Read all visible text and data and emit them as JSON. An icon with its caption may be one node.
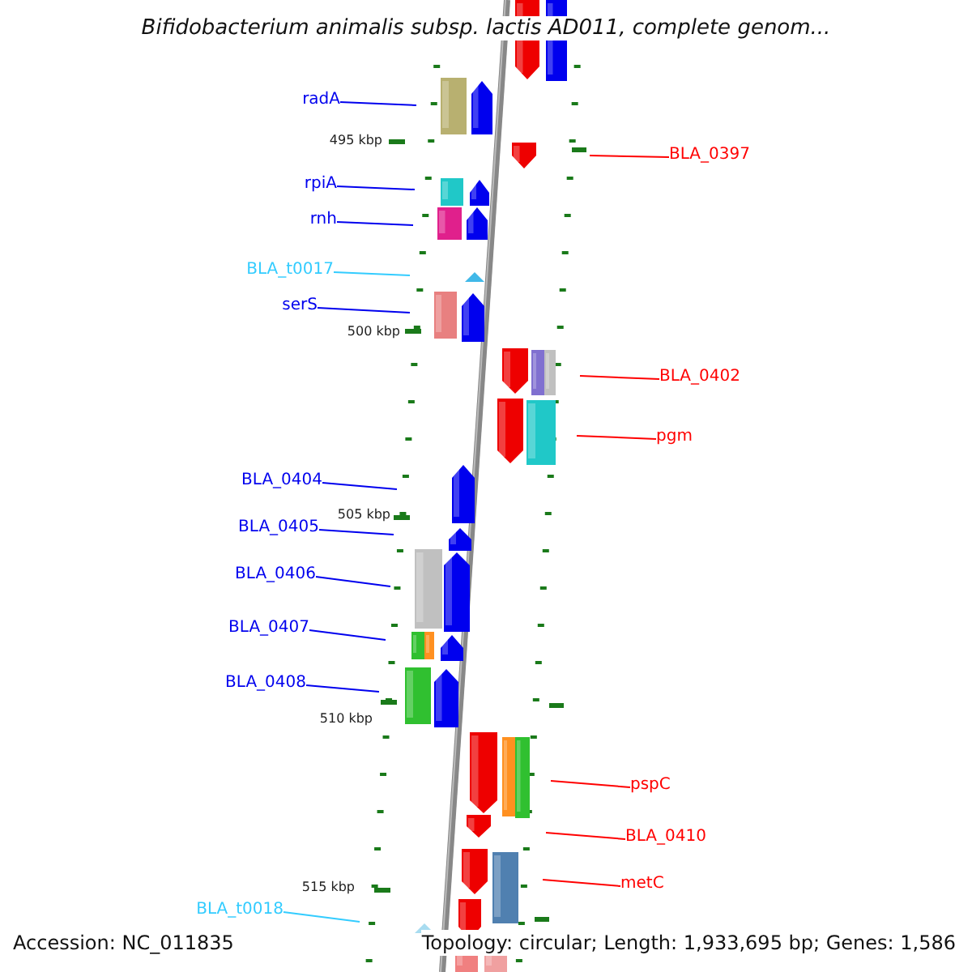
{
  "diagram": {
    "title": "Bifidobacterium animalis subsp. lactis AD011, complete genom...",
    "nodes": [
      {
        "text": [
          "radA"
        ]
      },
      {
        "text": [
          "BLA_0397"
        ]
      },
      {
        "text": [
          "rpiA"
        ]
      },
      {
        "text": [
          "rnh"
        ]
      },
      {
        "text": [
          "BLA_t0017"
        ]
      },
      {
        "text": [
          "serS"
        ]
      },
      {
        "text": [
          "BLA_0402"
        ]
      },
      {
        "text": [
          "pgm"
        ]
      },
      {
        "text": [
          "BLA_0404"
        ]
      },
      {
        "text": [
          "BLA_0405"
        ]
      },
      {
        "text": [
          "BLA_0406"
        ]
      },
      {
        "text": [
          "BLA_0407"
        ]
      },
      {
        "text": [
          "BLA_0408"
        ]
      },
      {
        "text": [
          "pspC"
        ]
      },
      {
        "text": [
          "BLA_0410"
        ]
      },
      {
        "text": [
          "metC"
        ]
      },
      {
        "text": [
          "BLA_t0018"
        ]
      }
    ],
    "edges": [
      {
        "from": 0,
        "to": null,
        "arrow": "none"
      },
      {
        "from": 1,
        "to": null,
        "arrow": "none",
        "color": "#ff0000"
      },
      {
        "from": 2,
        "to": null,
        "arrow": "none"
      },
      {
        "from": 3,
        "to": null,
        "arrow": "none"
      },
      {
        "from": 4,
        "to": null,
        "arrow": "none",
        "color": "#33ccff"
      },
      {
        "from": 5,
        "to": null,
        "arrow": "none"
      },
      {
        "from": 6,
        "to": null,
        "arrow": "none",
        "color": "#ff0000"
      },
      {
        "from": 7,
        "to": null,
        "arrow": "none",
        "color": "#ff0000"
      },
      {
        "from": 8,
        "to": null,
        "arrow": "none"
      },
      {
        "from": 9,
        "to": null,
        "arrow": "none"
      },
      {
        "from": 10,
        "to": null,
        "arrow": "none"
      },
      {
        "from": 11,
        "to": null,
        "arrow": "none"
      },
      {
        "from": 12,
        "to": null,
        "arrow": "none"
      },
      {
        "from": 13,
        "to": null,
        "arrow": "none",
        "color": "#ff0000"
      },
      {
        "from": 14,
        "to": null,
        "arrow": "none",
        "color": "#ff0000"
      },
      {
        "from": 15,
        "to": null,
        "arrow": "none",
        "color": "#ff0000"
      },
      {
        "from": 16,
        "to": null,
        "arrow": "none",
        "color": "#33ccff"
      }
    ],
    "labels": [
      "495 kbp",
      "500 kbp",
      "505 kbp",
      "510 kbp",
      "515 kbp",
      "Accession: NC_011835",
      "Topology: circular; Length: 1,933,695 bp; Genes: 1,586"
    ]
  }
}
